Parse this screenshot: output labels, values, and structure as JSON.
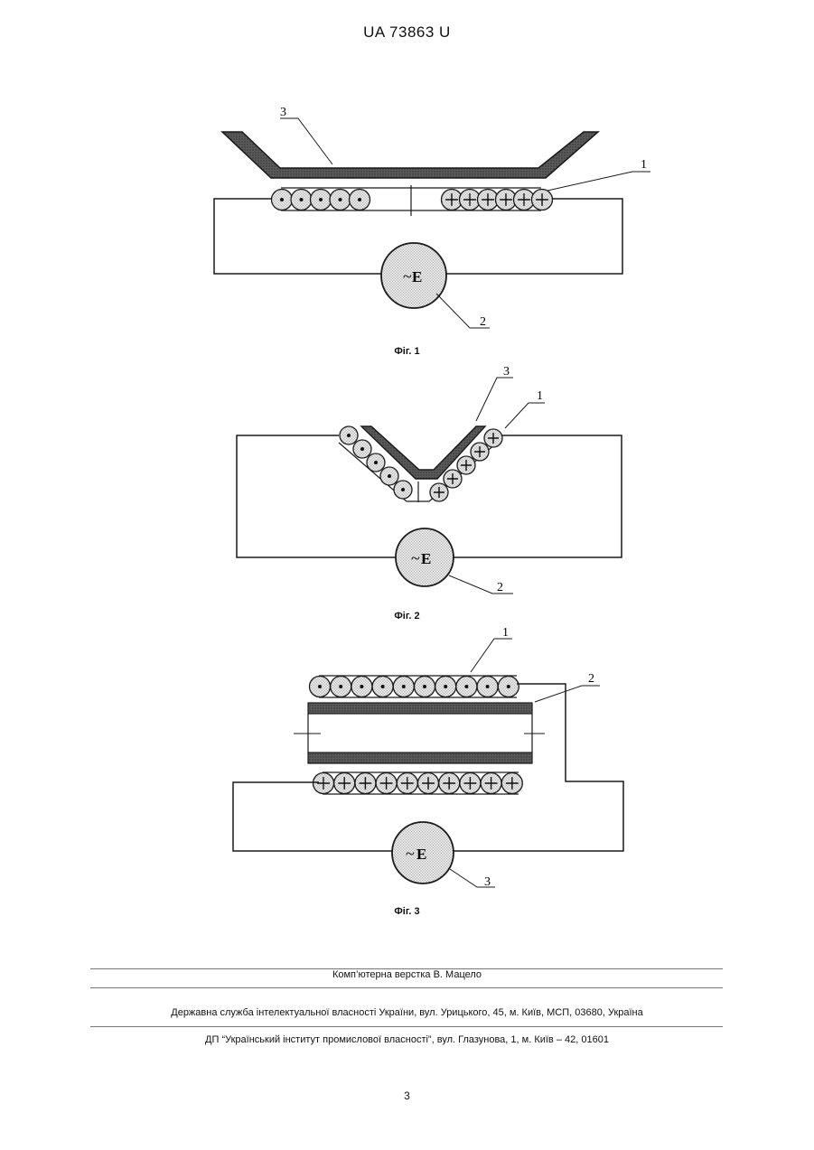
{
  "header": {
    "doc_id": "UA   73863   U"
  },
  "figures": [
    {
      "caption": "Фіг. 1",
      "source_label": "E",
      "labels": {
        "coil": "1",
        "source": "2",
        "blank": "3"
      }
    },
    {
      "caption": "Фіг. 2",
      "source_label": "E",
      "labels": {
        "coil": "1",
        "source": "2",
        "blank": "3"
      }
    },
    {
      "caption": "Фіг. 3",
      "source_label": "E",
      "labels": {
        "coil": "1",
        "tube": "2",
        "source": "3"
      }
    }
  ],
  "footer": {
    "layout": "Комп’ютерна верстка В. Мацело",
    "agency": "Державна служба інтелектуальної власності України, вул. Урицького, 45, м. Київ, МСП, 03680, Україна",
    "institute": "ДП “Український інститут промислової власності”, вул. Глазунова, 1, м. Київ – 42, 01601"
  },
  "page_number": "3",
  "icons": {
    "dot": "current-out-of-page-icon",
    "plus": "current-into-page-icon",
    "source": "ac-source-icon"
  },
  "colors": {
    "line": "#1a1a1a",
    "metal": "#4d4d4d",
    "dotted_fill": "#dcdcdc"
  }
}
